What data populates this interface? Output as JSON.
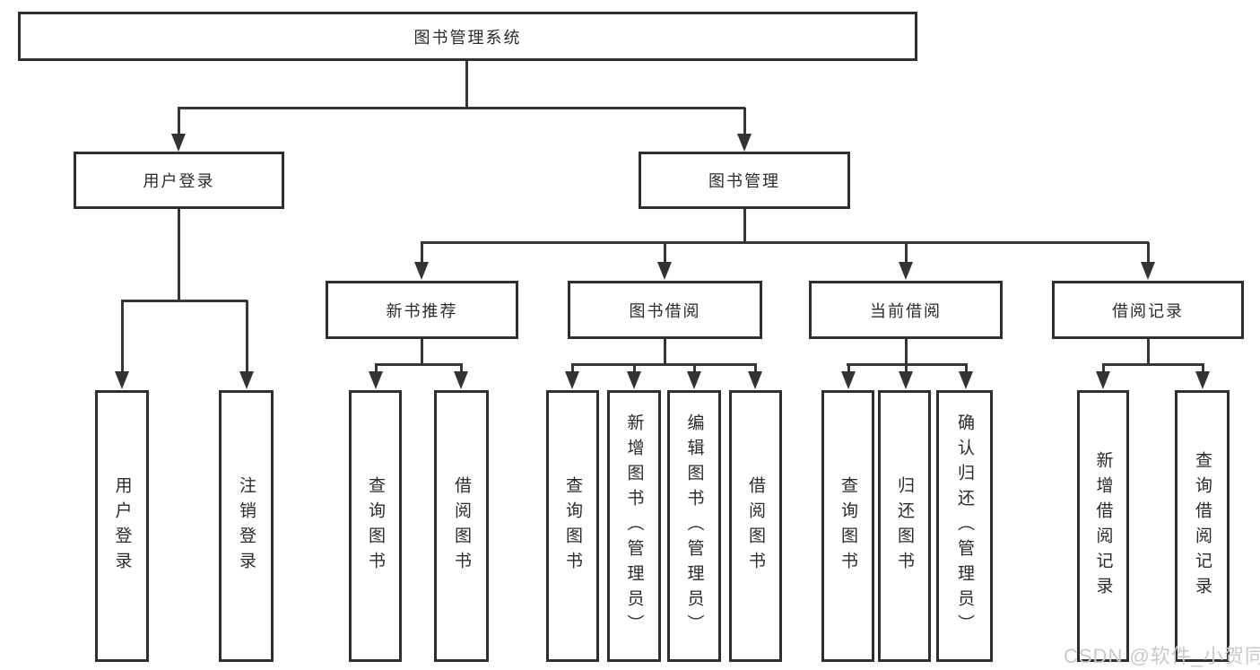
{
  "diagram": {
    "root": {
      "label": "图书管理系统"
    },
    "level2": [
      {
        "id": "user-login",
        "label": "用户登录"
      },
      {
        "id": "book-management",
        "label": "图书管理"
      }
    ],
    "level3": [
      {
        "id": "new-book-recommend",
        "label": "新书推荐",
        "parent": "图书管理"
      },
      {
        "id": "book-borrowing",
        "label": "图书借阅",
        "parent": "图书管理"
      },
      {
        "id": "current-borrowing",
        "label": "当前借阅",
        "parent": "图书管理"
      },
      {
        "id": "borrowing-records",
        "label": "借阅记录",
        "parent": "图书管理"
      }
    ],
    "leaves": [
      {
        "label": "用户登录",
        "parent": "用户登录"
      },
      {
        "label": "注销登录",
        "parent": "用户登录"
      },
      {
        "label": "查询图书",
        "parent": "新书推荐"
      },
      {
        "label": "借阅图书",
        "parent": "新书推荐"
      },
      {
        "label": "查询图书",
        "parent": "图书借阅"
      },
      {
        "label": "新增图书（管理员）",
        "parent": "图书借阅"
      },
      {
        "label": "编辑图书（管理员）",
        "parent": "图书借阅"
      },
      {
        "label": "借阅图书",
        "parent": "图书借阅"
      },
      {
        "label": "查询图书",
        "parent": "当前借阅"
      },
      {
        "label": "归还图书",
        "parent": "当前借阅"
      },
      {
        "label": "确认归还（管理员）",
        "parent": "当前借阅"
      },
      {
        "label": "新增借阅记录",
        "parent": "借阅记录"
      },
      {
        "label": "查询借阅记录",
        "parent": "借阅记录"
      }
    ]
  },
  "watermark": {
    "text": "CSDN @软件_小贺同学",
    "color": "#c9c9c9"
  },
  "colors": {
    "line": "#363636",
    "box_border": "#2f2f2f",
    "text": "#2b2b2b",
    "background": "#ffffff"
  }
}
